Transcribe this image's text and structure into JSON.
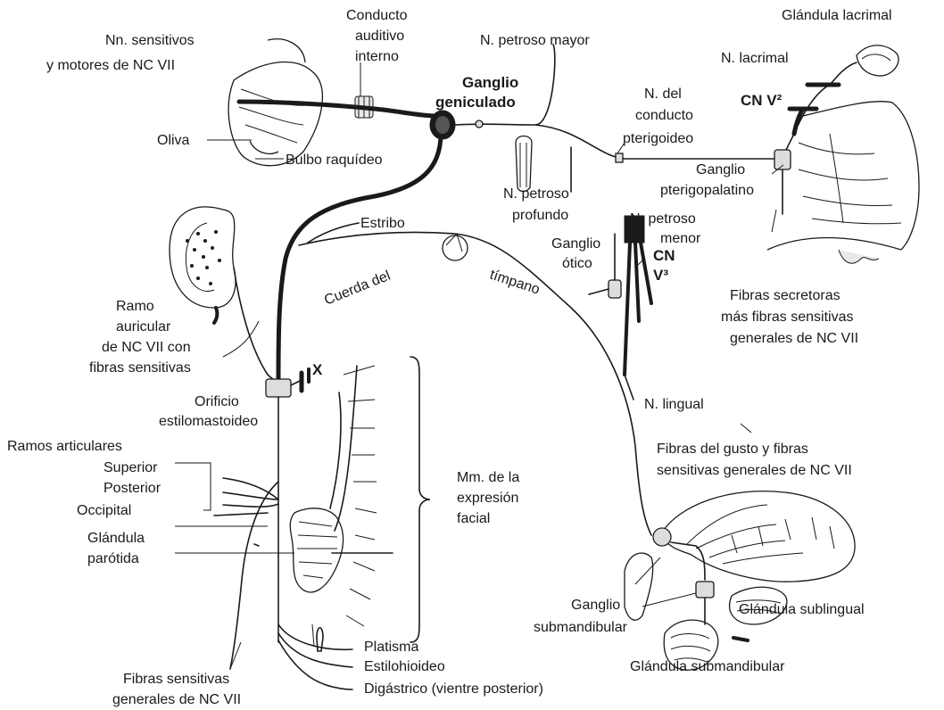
{
  "labels": {
    "nn_sensitivos_1": "Nn. sensitivos",
    "nn_sensitivos_2": "y motores de NC VII",
    "conducto_1": "Conducto",
    "conducto_2": "auditivo",
    "conducto_3": "interno",
    "petroso_mayor": "N. petroso mayor",
    "glandula_lacrimal": "Glándula lacrimal",
    "n_lacrimal": "N. lacrimal",
    "ganglio_gen_1": "Ganglio",
    "ganglio_gen_2": "geniculado",
    "cn_v2": "CN V²",
    "oliva": "Oliva",
    "bulbo": "Bulbo raquídeo",
    "conducto_pter_1": "N. del",
    "conducto_pter_2": "conducto",
    "conducto_pter_3": "pterigoideo",
    "ganglio_pter_1": "Ganglio",
    "ganglio_pter_2": "pterigopalatino",
    "petroso_prof_1": "N. petroso",
    "petroso_prof_2": "profundo",
    "estribo": "Estribo",
    "petroso_menor_1": "N. petroso",
    "petroso_menor_2": "menor",
    "ganglio_otico_1": "Ganglio",
    "ganglio_otico_2": "ótico",
    "cn_v3_1": "CN",
    "cn_v3_2": "V³",
    "cuerda": "Cuerda del",
    "timpano": "tímpano",
    "ramo_1": "Ramo",
    "ramo_2": "auricular",
    "ramo_3": "de NC VII con",
    "ramo_4": "fibras sensitivas",
    "secretoras_1": "Fibras secretoras",
    "secretoras_2": "más fibras sensitivas",
    "secretoras_3": "generales de NC VII",
    "x_mark": "X",
    "orificio_1": "Orificio",
    "orificio_2": "estilomastoideo",
    "n_lingual": "N. lingual",
    "ramos_art": "Ramos articulares",
    "superior": "Superior",
    "posterior": "Posterior",
    "occipital": "Occipital",
    "parotida_1": "Glándula",
    "parotida_2": "parótida",
    "mm_1": "Mm. de la",
    "mm_2": "expresión",
    "mm_3": "facial",
    "gusto_1": "Fibras del gusto y fibras",
    "gusto_2": "sensitivas generales de NC VII",
    "submand_g_1": "Ganglio",
    "submand_g_2": "submandibular",
    "sublingual": "Glándula sublingual",
    "platisma": "Platisma",
    "estilohioideo": "Estilohioideo",
    "digastrico": "Digástrico (vientre posterior)",
    "submand_gl": "Glándula submandibular",
    "fibras_gen_1": "Fibras sensitivas",
    "fibras_gen_2": "generales de NC VII"
  }
}
